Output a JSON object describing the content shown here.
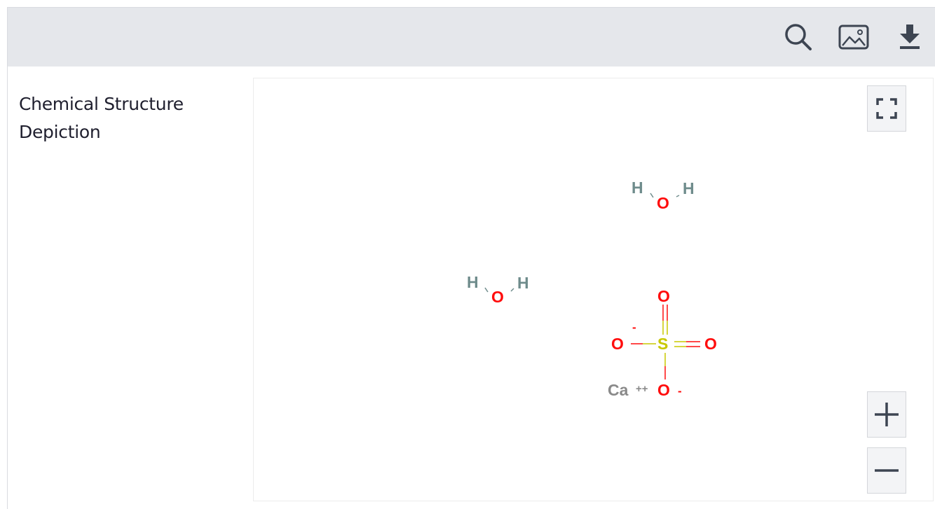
{
  "toolbar": {
    "icons": [
      "search-icon",
      "image-icon",
      "download-icon"
    ]
  },
  "section": {
    "title_line1": "Chemical Structure",
    "title_line2": "Depiction"
  },
  "viewer": {
    "controls": [
      "fullscreen-icon",
      "zoom-in-icon",
      "zoom-out-icon"
    ]
  },
  "molecule": {
    "water1": {
      "h_left": "H",
      "o": "O",
      "h_right": "H"
    },
    "water2": {
      "h_left": "H",
      "o": "O",
      "h_right": "H"
    },
    "sulfate": {
      "s": "S",
      "o_top": "O",
      "o_left": "O",
      "o_left_charge": "-",
      "o_right": "O",
      "o_bottom": "O",
      "o_bottom_charge": "-"
    },
    "calcium": {
      "label": "Ca",
      "charge": "++"
    }
  },
  "colors": {
    "toolbar_bg": "#e5e7eb",
    "icon": "#3d4552",
    "oxygen": "#ff0d0d",
    "hydrogen": "#6f8c8c",
    "sulfur": "#c8c800",
    "calcium": "#8a8a8a"
  }
}
